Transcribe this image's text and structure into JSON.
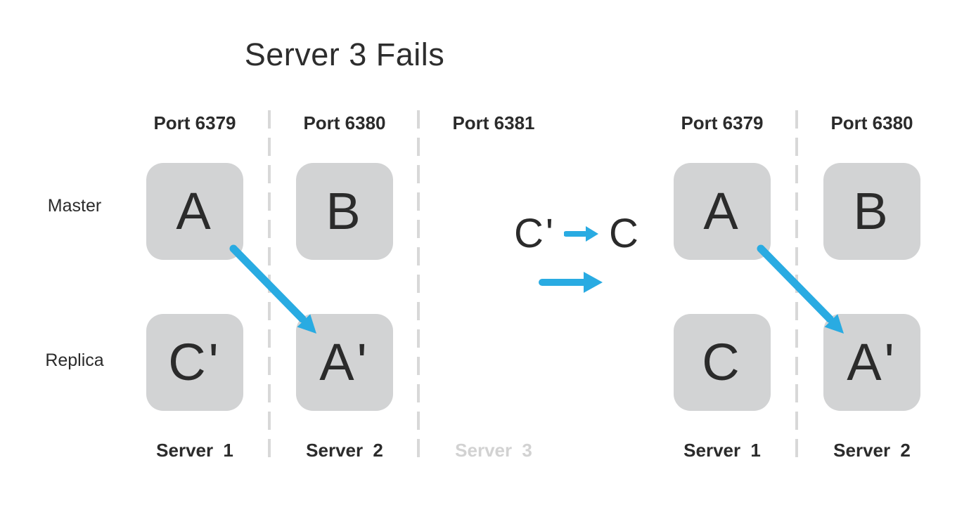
{
  "title": "Server 3 Fails",
  "rows": {
    "master": "Master",
    "replica": "Replica"
  },
  "left_cluster": {
    "ports": [
      "Port 6379",
      "Port 6380",
      "Port 6381"
    ],
    "servers": [
      "Server 1",
      "Server 2",
      "Server 3"
    ],
    "master_boxes": [
      "A",
      "B"
    ],
    "replica_boxes": [
      "C'",
      "A'"
    ]
  },
  "right_cluster": {
    "ports": [
      "Port 6379",
      "Port 6380"
    ],
    "servers": [
      "Server 1",
      "Server 2"
    ],
    "master_boxes": [
      "A",
      "B"
    ],
    "replica_boxes": [
      "C",
      "A'"
    ]
  },
  "transition": {
    "from": "C'",
    "to": "C"
  },
  "colors": {
    "arrow": "#29abe2",
    "box_fill": "#d2d3d4",
    "text": "#2b2b2b",
    "faded_text": "#d2d2d2",
    "dash": "#d8d8d8",
    "title_text": "#2d2d2d"
  }
}
